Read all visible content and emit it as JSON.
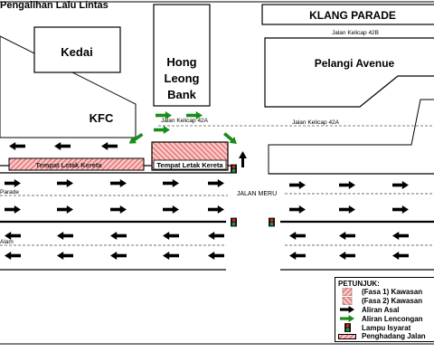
{
  "page_title": "Pengalihan Lalu Lintas",
  "buildings": {
    "kedai": "Kedai",
    "kfc": "KFC",
    "hong_leong": [
      "Hong",
      "Leong",
      "Bank"
    ],
    "klang_parade": "KLANG PARADE",
    "pelangi_avenue": "Pelangi Avenue"
  },
  "roads": {
    "kelicap_42b": "Jalan Kelicap 42B",
    "kelicap_42a_left": "Jalan Kelicap 42A",
    "kelicap_42a_right": "Jalan Kelicap 42A",
    "jalan_meru": "JALAN MERU",
    "parade_partial": "Parade",
    "alam_partial": "Alam"
  },
  "parking": {
    "left_label": "Tempat Letak Kereta",
    "center_label": "Tempat Letak Kereta"
  },
  "legend": {
    "title": "PETUNJUK:",
    "items": [
      {
        "label": "(Fasa 1) Kawasan",
        "symbol": "phase1-hatch-icon"
      },
      {
        "label": "(Fasa 2) Kawasan",
        "symbol": "phase2-hatch-icon"
      },
      {
        "label": "Aliran Asal",
        "symbol": "black-arrow-icon"
      },
      {
        "label": "Aliran Lencongan",
        "symbol": "green-arrow-icon"
      },
      {
        "label": "Lampu Isyarat",
        "symbol": "traffic-light-icon"
      },
      {
        "label": "Penghadang Jalan",
        "symbol": "barrier-icon"
      }
    ]
  },
  "colors": {
    "original_flow": "#000000",
    "diversion_flow": "#1a8c1a",
    "phase_hatch": "#e23a3a",
    "phase_hatch_bg": "#f6c6c6",
    "signal_red": "#e11d1d",
    "signal_green": "#13a538"
  }
}
